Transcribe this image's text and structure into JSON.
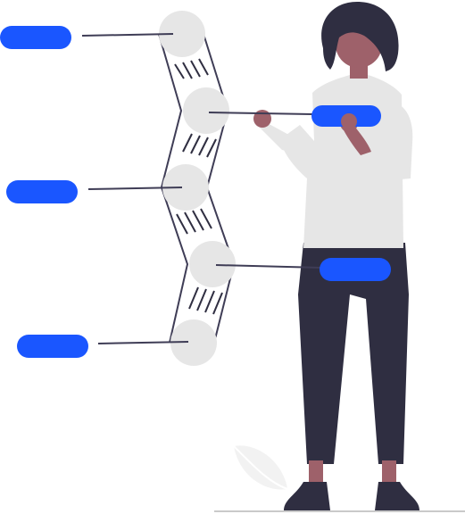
{
  "colors": {
    "accent_pill": "#1a56ff",
    "node_fill": "#e6e6e6",
    "connector_line": "#3f3d56",
    "strut_line": "#2f2e41",
    "hair": "#2f2e41",
    "skin": "#9e616a",
    "sweater": "#e6e6e6",
    "pants": "#2f2e41",
    "shoes": "#2f2e41",
    "ground": "#cacaca",
    "plant": "#f2f2f2"
  },
  "icons": {
    "node": "circle-node",
    "label_pill": "blank-rounded-pill",
    "figure": "woman-presenting-figure",
    "plant": "leaf-plant-icon"
  }
}
